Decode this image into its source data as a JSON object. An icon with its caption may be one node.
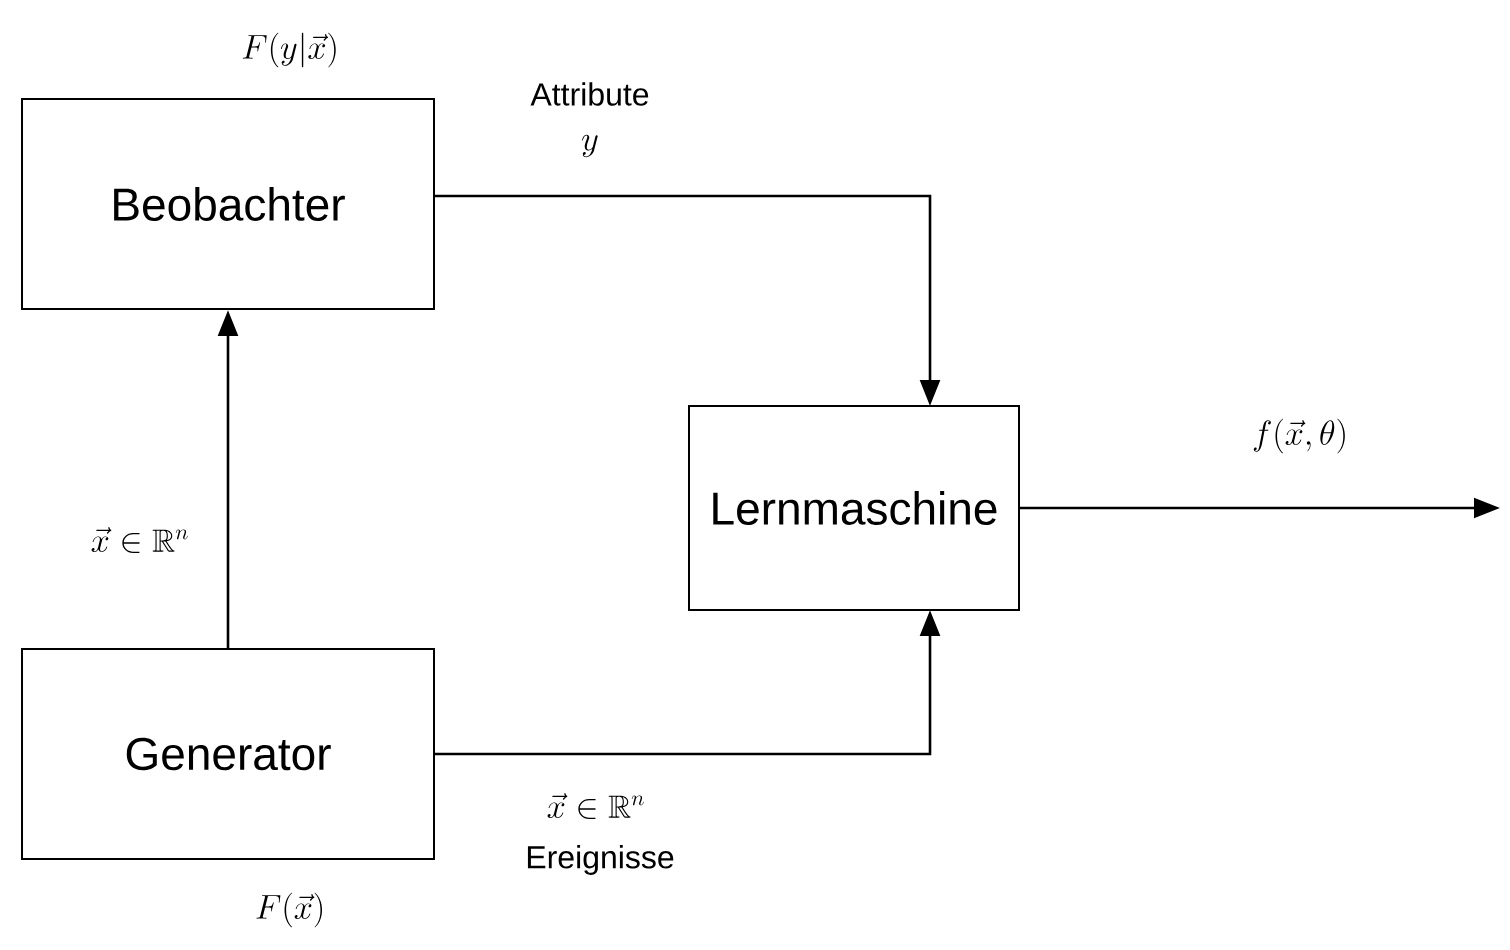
{
  "diagram": {
    "nodes": [
      {
        "text": [
          "Beobachter"
        ],
        "beside": [
          "F(y|\\vec{x})"
        ]
      },
      {
        "text": [
          "Lernmaschine"
        ]
      },
      {
        "text": [
          "Generator"
        ],
        "beside": [
          "F(\\vec{x})"
        ]
      }
    ],
    "edges": [
      {
        "from": 2,
        "to": 0,
        "arrow": "to",
        "label": "\\vec{x}\\in\\mathbb{R}^n"
      },
      {
        "from": 0,
        "to": 1,
        "arrow": "to",
        "label": "Attribute"
      },
      {
        "from": 2,
        "to": 1,
        "arrow": "to",
        "label": "\\vec{x}\\in\\mathbb{R}^n"
      },
      {
        "from": 1,
        "to": null,
        "arrow": "to",
        "label": "f(\\vec{x},\\theta)"
      }
    ],
    "labels": [
      "y",
      "Ereignisse"
    ]
  }
}
